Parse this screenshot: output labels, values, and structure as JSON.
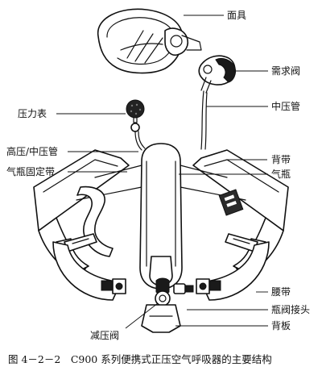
{
  "labels": {
    "mask": "面具",
    "demand_valve": "需求阀",
    "pressure_gauge": "压力表",
    "medium_pressure_pipe": "中压管",
    "high_medium_pressure_pipe": "高压/中压管",
    "backstrap": "背带",
    "cylinder_strap": "气瓶固定带",
    "cylinder": "气瓶",
    "waist_belt": "腰带",
    "valve_connector": "瓶阀接头",
    "pressure_reducer": "减压阀",
    "backplate": "背板"
  },
  "caption": "图 4－2－2　C900 系列便携式正压空气呼吸器的主要结构"
}
